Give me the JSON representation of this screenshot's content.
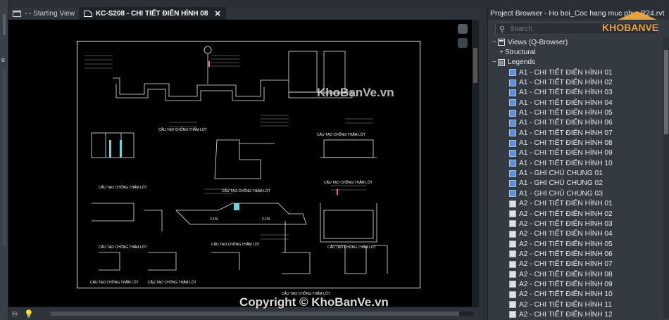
{
  "tabs": [
    {
      "label": "- - Starting View",
      "active": false
    },
    {
      "label": "KC-S208 - CHI TIẾT ĐIỂN HÌNH 08",
      "active": true
    }
  ],
  "left_strip_mark": "e",
  "browser": {
    "title": "Project Browser - Ho boi_Coc hang muc phu_R24.rvt",
    "search_placeholder": "Search",
    "root": "Views (Q-Browser)",
    "structural": "Structural",
    "legends": "Legends",
    "items": [
      "A1 - CHI TIẾT ĐIỂN HÌNH 01",
      "A1 - CHI TIẾT ĐIỂN HÌNH 02",
      "A1 - CHI TIẾT ĐIỂN HÌNH 03",
      "A1 - CHI TIẾT ĐIỂN HÌNH 04",
      "A1 - CHI TIẾT ĐIỂN HÌNH 05",
      "A1 - CHI TIẾT ĐIỂN HÌNH 06",
      "A1 - CHI TIẾT ĐIỂN HÌNH 07",
      "A1 - CHI TIẾT ĐIỂN HÌNH 08",
      "A1 - CHI TIẾT ĐIỂN HÌNH 09",
      "A1 - CHI TIẾT ĐIỂN HÌNH 10",
      "A1 - GHI CHÚ CHUNG 01",
      "A1 - GHI CHÚ CHUNG 02",
      "A1 - GHI CHÚ CHUNG 03",
      "A2 - CHI TIẾT ĐIỂN HÌNH 01",
      "A2 - CHI TIẾT ĐIỂN HÌNH 02",
      "A2 - CHI TIẾT ĐIỂN HÌNH 03",
      "A2 - CHI TIẾT ĐIỂN HÌNH 04",
      "A2 - CHI TIẾT ĐIỂN HÌNH 05",
      "A2 - CHI TIẾT ĐIỂN HÌNH 06",
      "A2 - CHI TIẾT ĐIỂN HÌNH 07",
      "A2 - CHI TIẾT ĐIỂN HÌNH 08",
      "A2 - CHI TIẾT ĐIỂN HÌNH 09",
      "A2 - CHI TIẾT ĐIỂN HÌNH 10",
      "A2 - CHI TIẾT ĐIỂN HÌNH 11",
      "A2 - CHI TIẾT ĐIỂN HÌNH 12"
    ]
  },
  "drawing": {
    "captions": [
      "CẤU TẠO CHỐNG THẤM LÓT",
      "CẤU TẠO CHỐNG THẤM LÓT",
      "CẤU TẠO CHỐNG THẤM LÓT",
      "CẤU TẠO CHỐNG THẤM LÓT",
      "CẤU TẠO CHỐNG THẤM LÓT",
      "CẤU TẠO CHỐNG THẤM LÓT",
      "CẤU TẠO CHỐNG THẤM LÓT",
      "CẤU TẠO CHỐNG THẤM LÓT",
      "CẤU TẠO CHỐNG THẤM LÓT",
      "CẤU TẠO CHỐNG THẤM LÓT",
      "CẤU TẠO CHỐNG THẤM LÓT"
    ],
    "slope_labels": [
      "2.1%",
      "2.1%"
    ]
  },
  "watermarks": {
    "logo_text": "KHOBANVE",
    "center": "KhoBanVe.vn",
    "copyright": "Copyright © KhoBanVe.vn"
  },
  "colors": {
    "canvas": "#000000",
    "legend_icon": "#5f8fd6",
    "logo_orange": "#e8a23a"
  }
}
